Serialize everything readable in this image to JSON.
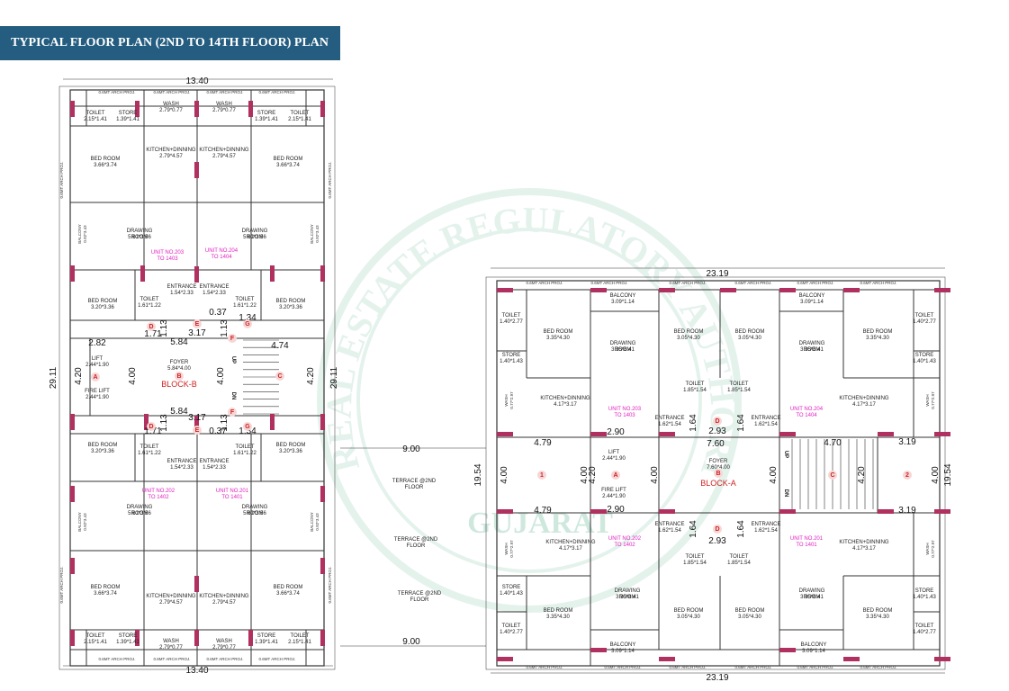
{
  "title": "TYPICAL FLOOR PLAN (2ND TO  14TH  FLOOR) PLAN",
  "watermark": {
    "outer": "REAL ESTATE REGULATORY AUTHORITY",
    "inner": "GUJARAT"
  },
  "colors": {
    "title_bg": "#245d80",
    "column": "#b03060",
    "wall": "#333333",
    "watermark": "#cfe8de",
    "marker": "#d02020",
    "unit_text": "#e020c0"
  },
  "blockB": {
    "dim_top": "13.40",
    "dim_bottom": "13.40",
    "dim_left": "29.11",
    "dim_right": "29.11",
    "block_label": "BLOCK-B",
    "arch_proj": "0.6MT ARCH PROJ.",
    "toilet": "TOILET",
    "toilet_size": "2.15*1.41",
    "store": "STORE",
    "store_size": "1.39*1.41",
    "wash": "WASH",
    "wash_size": "2.79*0.77",
    "bed": "BED ROOM",
    "bed_size_big": "3.66*3.74",
    "bed_size_small": "3.20*3.36",
    "kitchen": "KITCHEN+DINNING",
    "kitchen_size": "2.79*4.57",
    "drawing": "DRAWING\nROOM",
    "drawing_size": "5.61*3.56",
    "balcony": "BALCONY",
    "balcony_size": "0.92*3.43",
    "entrance": "ENTRANCE",
    "entrance_size": "1.54*2.33",
    "toilet_small_size": "1.61*1.22",
    "lift": "LIFT",
    "lift_size": "2.44*1.90",
    "fire_lift": "FIRE LIFT",
    "fire_lift_size": "2.44*1.90",
    "foyer": "FOYER",
    "foyer_size": "5.84*4.00",
    "units": [
      "UNIT NO.203\nTO 1403",
      "UNIT NO.204\nTO 1404",
      "UNIT NO.202\nTO 1402",
      "UNIT NO.201\nTO 1401"
    ],
    "dims": {
      "d582": "2.82",
      "d584": "5.84",
      "d474": "4.74",
      "d317": "3.17",
      "d037": "0.37",
      "d134": "1.34",
      "d171": "1.71",
      "d113": "1.13",
      "d400": "4.00",
      "d420": "4.20"
    },
    "markers": [
      "A",
      "B",
      "C",
      "D",
      "E",
      "F",
      "G"
    ],
    "up": "UP",
    "dn": "DN"
  },
  "blockA": {
    "dim_top": "23.19",
    "dim_bottom": "23.19",
    "dim_left": "19.54",
    "dim_right": "19.54",
    "block_label": "BLOCK-A",
    "arch_proj": "0.6MT ARCH PROJ.",
    "toilet_size": "1.40*2.77",
    "store_size": "1.40*1.43",
    "bed_size_a": "3.35*4.30",
    "bed_size_b": "3.05*4.30",
    "balcony_size": "3.09*1.14",
    "drawing_size": "3.35*6.41",
    "kitchen_size": "4.17*3.17",
    "toilet_mid_size": "1.85*1.54",
    "wash_size": "0.77*2.97",
    "entrance_size": "1.62*1.54",
    "lift_size": "2.44*1.90",
    "fire_lift_size": "2.44*1.90",
    "foyer_size": "7.60*4.00",
    "units": [
      "UNIT NO.203\nTO 1403",
      "UNIT NO.204\nTO 1404",
      "UNIT NO.202\nTO 1402",
      "UNIT NO.201\nTO 1401"
    ],
    "dims": {
      "d479": "4.79",
      "d290": "2.90",
      "d293": "2.93",
      "d164": "1.64",
      "d760": "7.60",
      "d470": "4.70",
      "d319": "3.19",
      "d400": "4.00",
      "d420": "4.20"
    },
    "up": "UP",
    "dn": "DN"
  },
  "terrace": {
    "dim_900": "9.00",
    "label": "TERRACE @2ND\nFLOOR"
  }
}
